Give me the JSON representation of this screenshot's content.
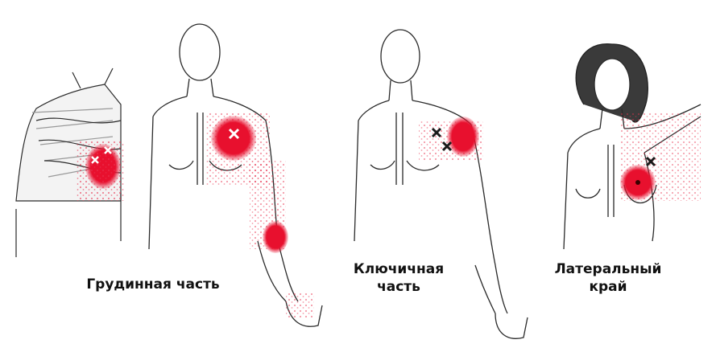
{
  "labels": {
    "sternal": "Грудинная часть",
    "clavicular_line1": "Ключичная",
    "clavicular_line2": "часть",
    "lateral_line1": "Латеральный",
    "lateral_line2": "край"
  },
  "colors": {
    "ink": "#2a2a2a",
    "pain_zone": "#e8102e",
    "pain_dots": "#e8334f",
    "trigger_x_on_red": "#ffffff",
    "trigger_x": "#1a1a1a",
    "muscle": "#b9b9b9"
  }
}
